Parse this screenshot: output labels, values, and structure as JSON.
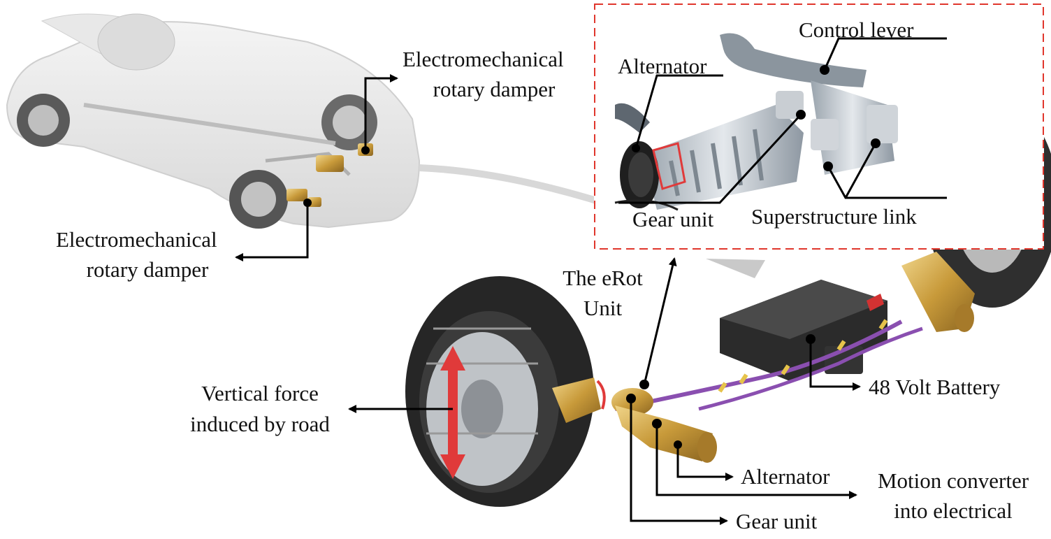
{
  "labels": {
    "top_damper_line1": "Electromechanical",
    "top_damper_line2": "rotary damper",
    "left_damper_line1": "Electromechanical",
    "left_damper_line2": "rotary damper",
    "erot_line1": "The eRot",
    "erot_line2": "Unit",
    "vertical_force_line1": "Vertical force",
    "vertical_force_line2": "induced by road",
    "battery": "48 Volt Battery",
    "alternator_bottom": "Alternator",
    "motion_line1": "Motion converter",
    "motion_line2": "into electrical",
    "gear_unit_bottom": "Gear unit"
  },
  "inset": {
    "control_lever": "Control lever",
    "alternator": "Alternator",
    "gear_unit": "Gear unit",
    "superstructure_link": "Superstructure link"
  },
  "colors": {
    "inset_border": "#e0362c",
    "brass": "#c89a3a",
    "force_arrow": "#e03a3a",
    "cable": "#8a4fb0",
    "tyre": "#2a2a2a"
  }
}
